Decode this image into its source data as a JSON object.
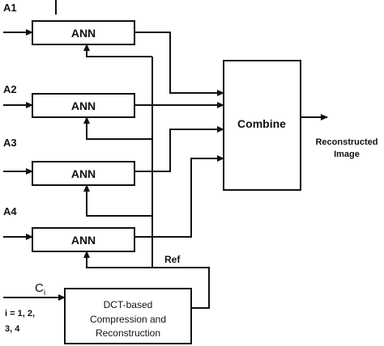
{
  "inputs": [
    "A1",
    "A2",
    "A3",
    "A4"
  ],
  "ann_label": "ANN",
  "combine_label": "Combine",
  "output_label": [
    "Reconstructed",
    "Image"
  ],
  "ref_label": "Ref",
  "ci_label": "C",
  "ci_sub": "i",
  "index_label": [
    "i = 1, 2,",
    "3, 4"
  ],
  "dct_label": [
    "DCT-based",
    "Compression and",
    "Reconstruction"
  ]
}
